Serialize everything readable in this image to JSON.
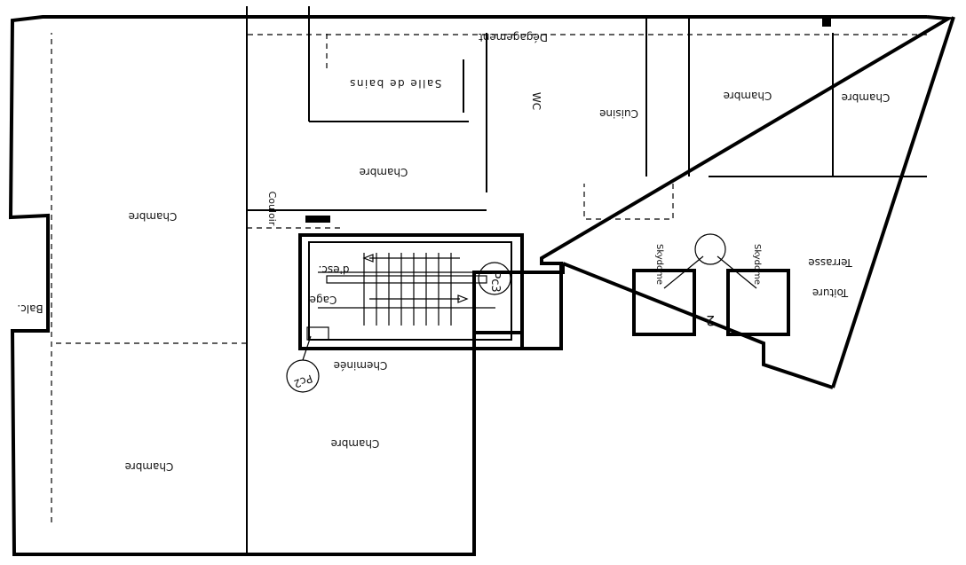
{
  "labels": {
    "degagement": "Dégagement",
    "salle_de_bains": "Salle de bains",
    "wc": "WC",
    "cuisine": "Cuisine",
    "chambre": "Chambre",
    "couloir": "Couloir",
    "cage": "Cage",
    "d_esc": "d'esc.",
    "balc": "Balc.",
    "cheminee": "Cheminée",
    "terrasse": "Terrasse",
    "toiture": "Toiture",
    "skydome": "Skydome",
    "pc3": "Pc3",
    "pc2": "Pc2",
    "callout_2": "2"
  }
}
